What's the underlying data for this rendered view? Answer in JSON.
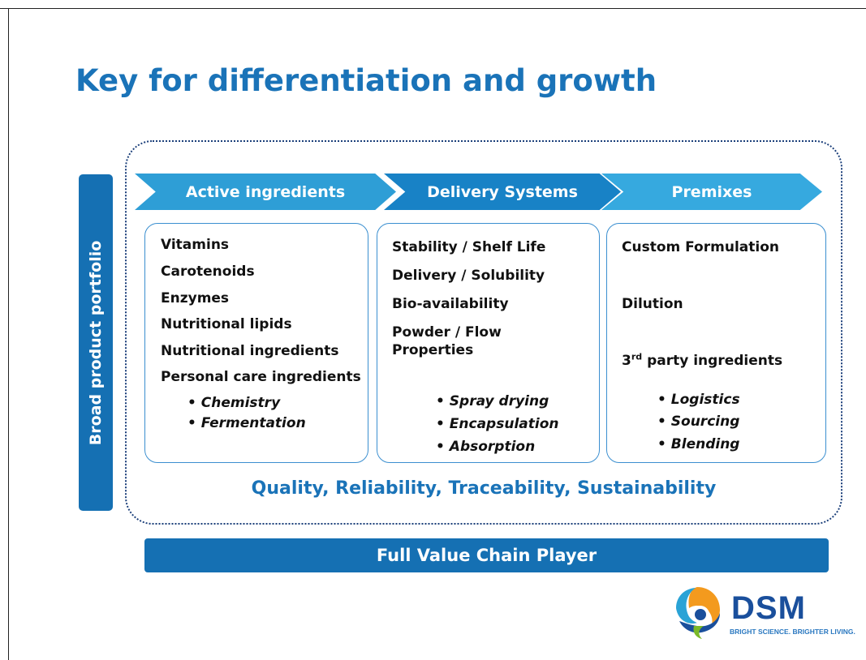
{
  "title": "Key for differentiation and growth",
  "side_label": "Broad product portfolio",
  "arrows": [
    {
      "label": "Active ingredients"
    },
    {
      "label": "Delivery Systems"
    },
    {
      "label": "Premixes"
    }
  ],
  "columns": [
    {
      "items": [
        "Vitamins",
        "Carotenoids",
        "Enzymes",
        "Nutritional lipids",
        "Nutritional ingredients",
        "Personal care ingredients"
      ],
      "bullets": [
        "• Chemistry",
        "• Fermentation"
      ]
    },
    {
      "items": [
        "Stability / Shelf Life",
        "Delivery / Solubility",
        "Bio-availability",
        "Powder / Flow",
        "Properties"
      ],
      "bullets": [
        "• Spray drying",
        "• Encapsulation",
        "• Absorption"
      ]
    },
    {
      "items": [
        "Custom Formulation",
        "Dilution"
      ],
      "third_party": {
        "prefix": "3",
        "sup": "rd",
        "suffix": " party ingredients"
      },
      "bullets": [
        "• Logistics",
        "• Sourcing",
        "• Blending"
      ]
    }
  ],
  "quality_line": "Quality, Reliability, Traceability, Sustainability",
  "value_bar": "Full Value Chain Player",
  "logo": {
    "name": "DSM",
    "tagline": "BRIGHT SCIENCE. BRIGHTER LIVING.",
    "icon": "dsm-logo-icon",
    "colors": {
      "blue": "#1a4f9c",
      "green": "#7ab929",
      "orange": "#f39a1e",
      "teal": "#2aa3d6"
    }
  },
  "colors": {
    "title": "#1a73b8",
    "bar": "#1570b3",
    "arrow_1": "#2e9ed6",
    "arrow_2": "#1882c6",
    "arrow_3": "#36a9df",
    "box_border": "#3b8fd0",
    "dotted_frame": "#1b3f7a"
  }
}
